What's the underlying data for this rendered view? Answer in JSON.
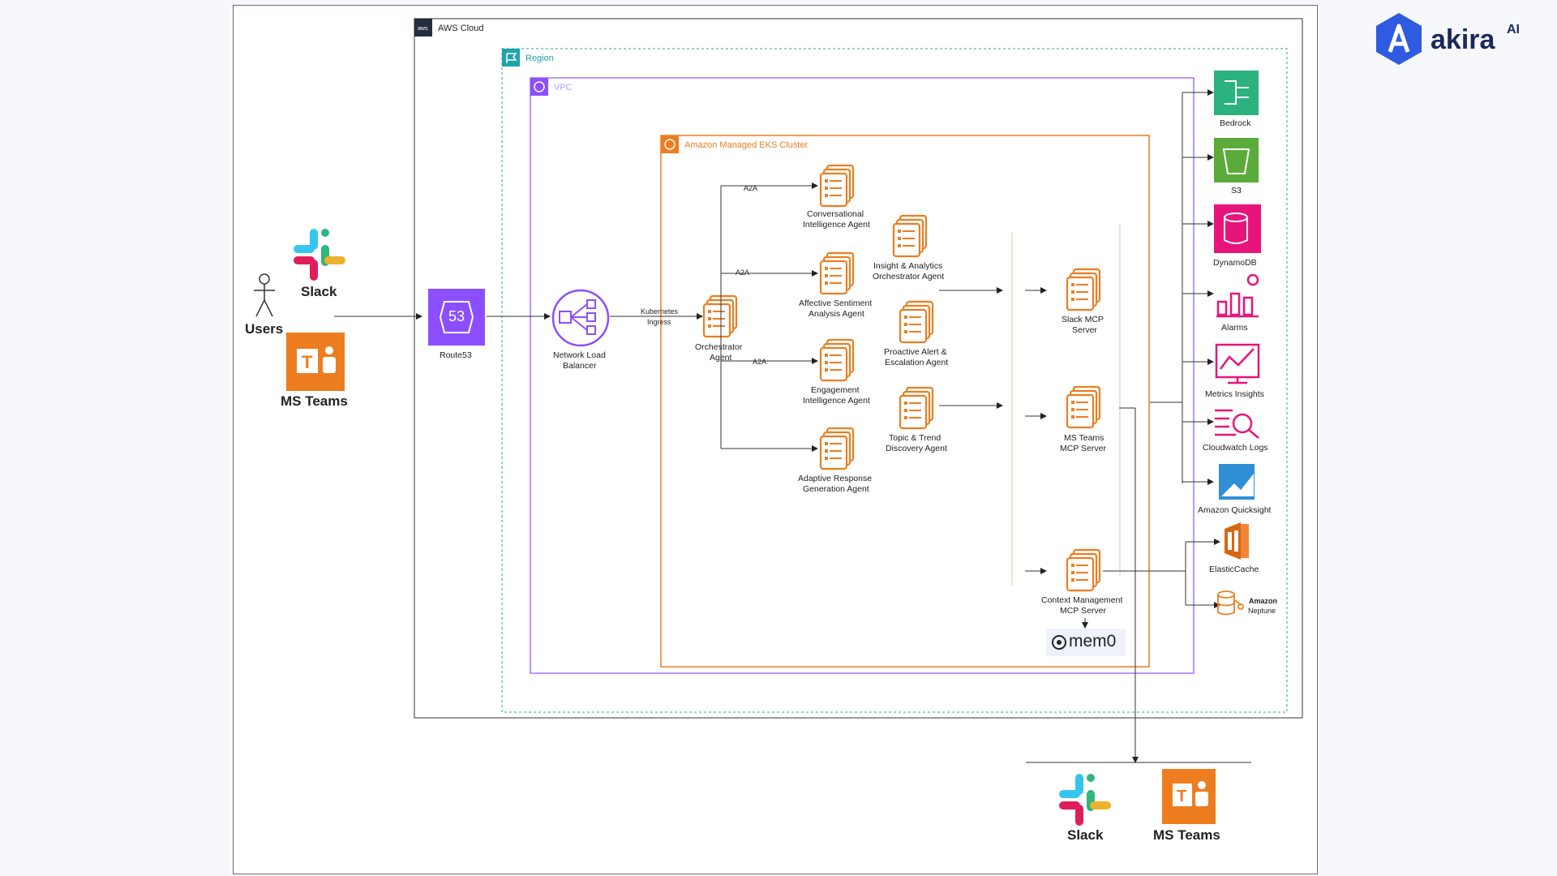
{
  "brand": {
    "name": "akira",
    "superscript": "AI"
  },
  "groups": {
    "aws_cloud": "AWS Cloud",
    "region": "Region",
    "vpc": "VPC",
    "eks": "Amazon Managed EKS Cluster"
  },
  "clients": {
    "users": "Users",
    "slack": "Slack",
    "teams": "MS Teams"
  },
  "network": {
    "route53": "Route53",
    "route53_badge": "53",
    "nlb": [
      "Network Load",
      "Balancer"
    ],
    "ingress": [
      "Kubernetes",
      "Ingress"
    ]
  },
  "orchestrator": [
    "Orchestrator",
    "Agent"
  ],
  "a2a": "A2A",
  "agents": {
    "conversational": [
      "Conversational",
      "Intelligence Agent"
    ],
    "affective": [
      "Affective Sentiment",
      "Analysis Agent"
    ],
    "engagement": [
      "Engagement",
      "Intelligence Agent"
    ],
    "adaptive": [
      "Adaptive Response",
      "Generation Agent"
    ],
    "insight": [
      "Insight & Analytics",
      "Orchestrator Agent"
    ],
    "proactive": [
      "Proactive Alert &",
      "Escalation Agent"
    ],
    "topic": [
      "Topic & Trend",
      "Discovery Agent"
    ]
  },
  "mcp": {
    "slack": [
      "Slack MCP",
      "Server"
    ],
    "teams": [
      "MS Teams",
      "MCP Server"
    ],
    "context": [
      "Context Management",
      "MCP Server"
    ]
  },
  "mem0": "mem0",
  "services": {
    "bedrock": "Bedrock",
    "s3": "S3",
    "dynamodb": "DynamoDB",
    "alarms": "Alarms",
    "metrics": "Metrics  Insights",
    "cloudwatch": "Cloudwatch Logs",
    "quicksight": "Amazon Quicksight",
    "elasticache": "ElasticCache",
    "neptune": [
      "Amazon",
      "Neptune"
    ]
  },
  "outputs": {
    "slack": "Slack",
    "teams": "MS Teams"
  },
  "colors": {
    "orange": "#ed7d1f",
    "purple": "#8c4fff",
    "teal": "#20a3a8",
    "magenta": "#e7157b",
    "green": "#2bb27e",
    "blue": "#2e73b8"
  }
}
